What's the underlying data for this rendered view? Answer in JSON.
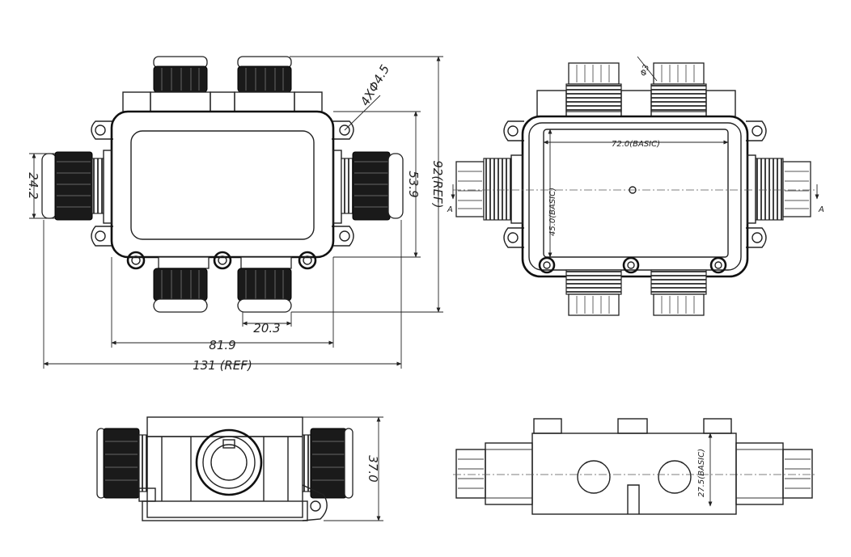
{
  "top_view": {
    "dim_hole": "4XΦ4.5",
    "dim_gland": "24.2",
    "dim_height_inner": "53.9",
    "dim_height_total": "92(REF)",
    "dim_pitch": "20.3",
    "dim_width_inner": "81.9",
    "dim_width_total": "131 (REF)"
  },
  "inner_view": {
    "dim_width": "72.0(BASIC)",
    "dim_height": "45.0(BASIC)",
    "dim_angle": "Φ3",
    "section_left": "A",
    "section_right": "A"
  },
  "side_view": {
    "dim_height": "37.0"
  },
  "front_view": {
    "dim_depth": "27.5(BASIC)"
  }
}
